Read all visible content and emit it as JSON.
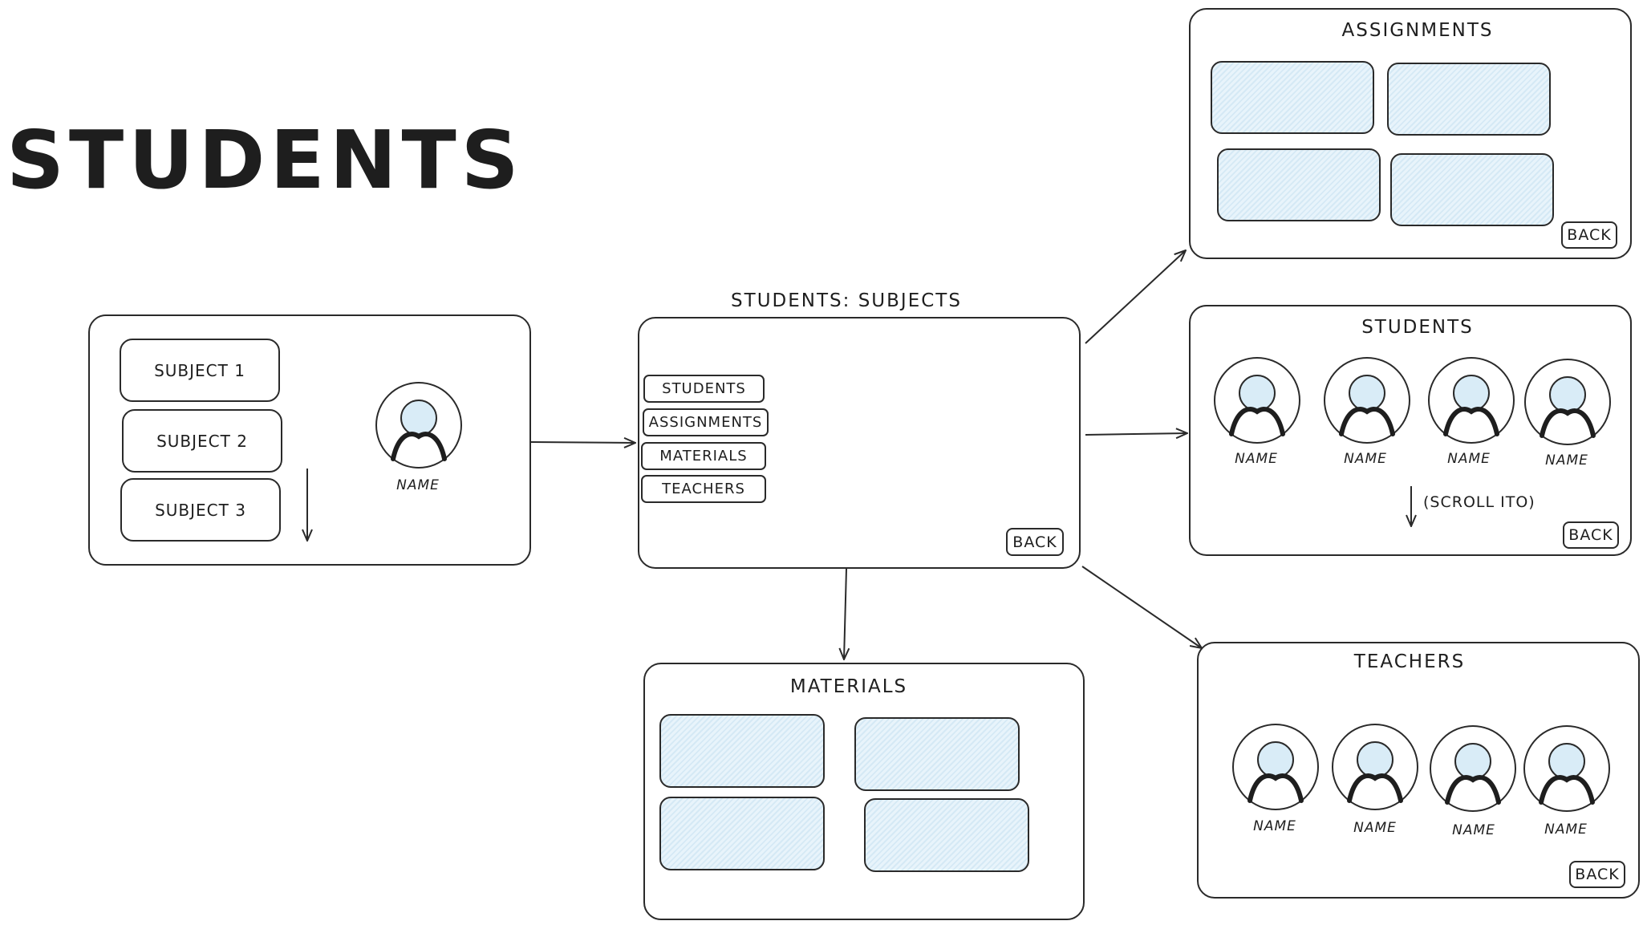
{
  "title": "STUDENTS",
  "home": {
    "subjects": [
      "SUBJECT 1",
      "SUBJECT 2",
      "SUBJECT 3"
    ],
    "profile_name": "NAME"
  },
  "subjects_screen": {
    "title": "STUDENTS: SUBJECTS",
    "menu": [
      "STUDENTS",
      "ASSIGNMENTS",
      "MATERIALS",
      "TEACHERS"
    ],
    "back": "BACK"
  },
  "assignments_screen": {
    "title": "ASSIGNMENTS",
    "back": "BACK"
  },
  "students_screen": {
    "title": "STUDENTS",
    "names": [
      "NAME",
      "NAME",
      "NAME",
      "NAME"
    ],
    "scroll_note": "(SCROLL ITO)",
    "back": "BACK"
  },
  "materials_screen": {
    "title": "MATERIALS"
  },
  "teachers_screen": {
    "title": "TEACHERS",
    "names": [
      "NAME",
      "NAME",
      "NAME",
      "NAME"
    ],
    "back": "BACK"
  },
  "colors": {
    "stroke": "#2a2a2a",
    "card_fill": "#e3f1fa",
    "avatar_fill": "#d9ecf7"
  },
  "icons": {
    "avatar": "user-avatar-icon",
    "down_arrow": "arrow-down-icon"
  }
}
